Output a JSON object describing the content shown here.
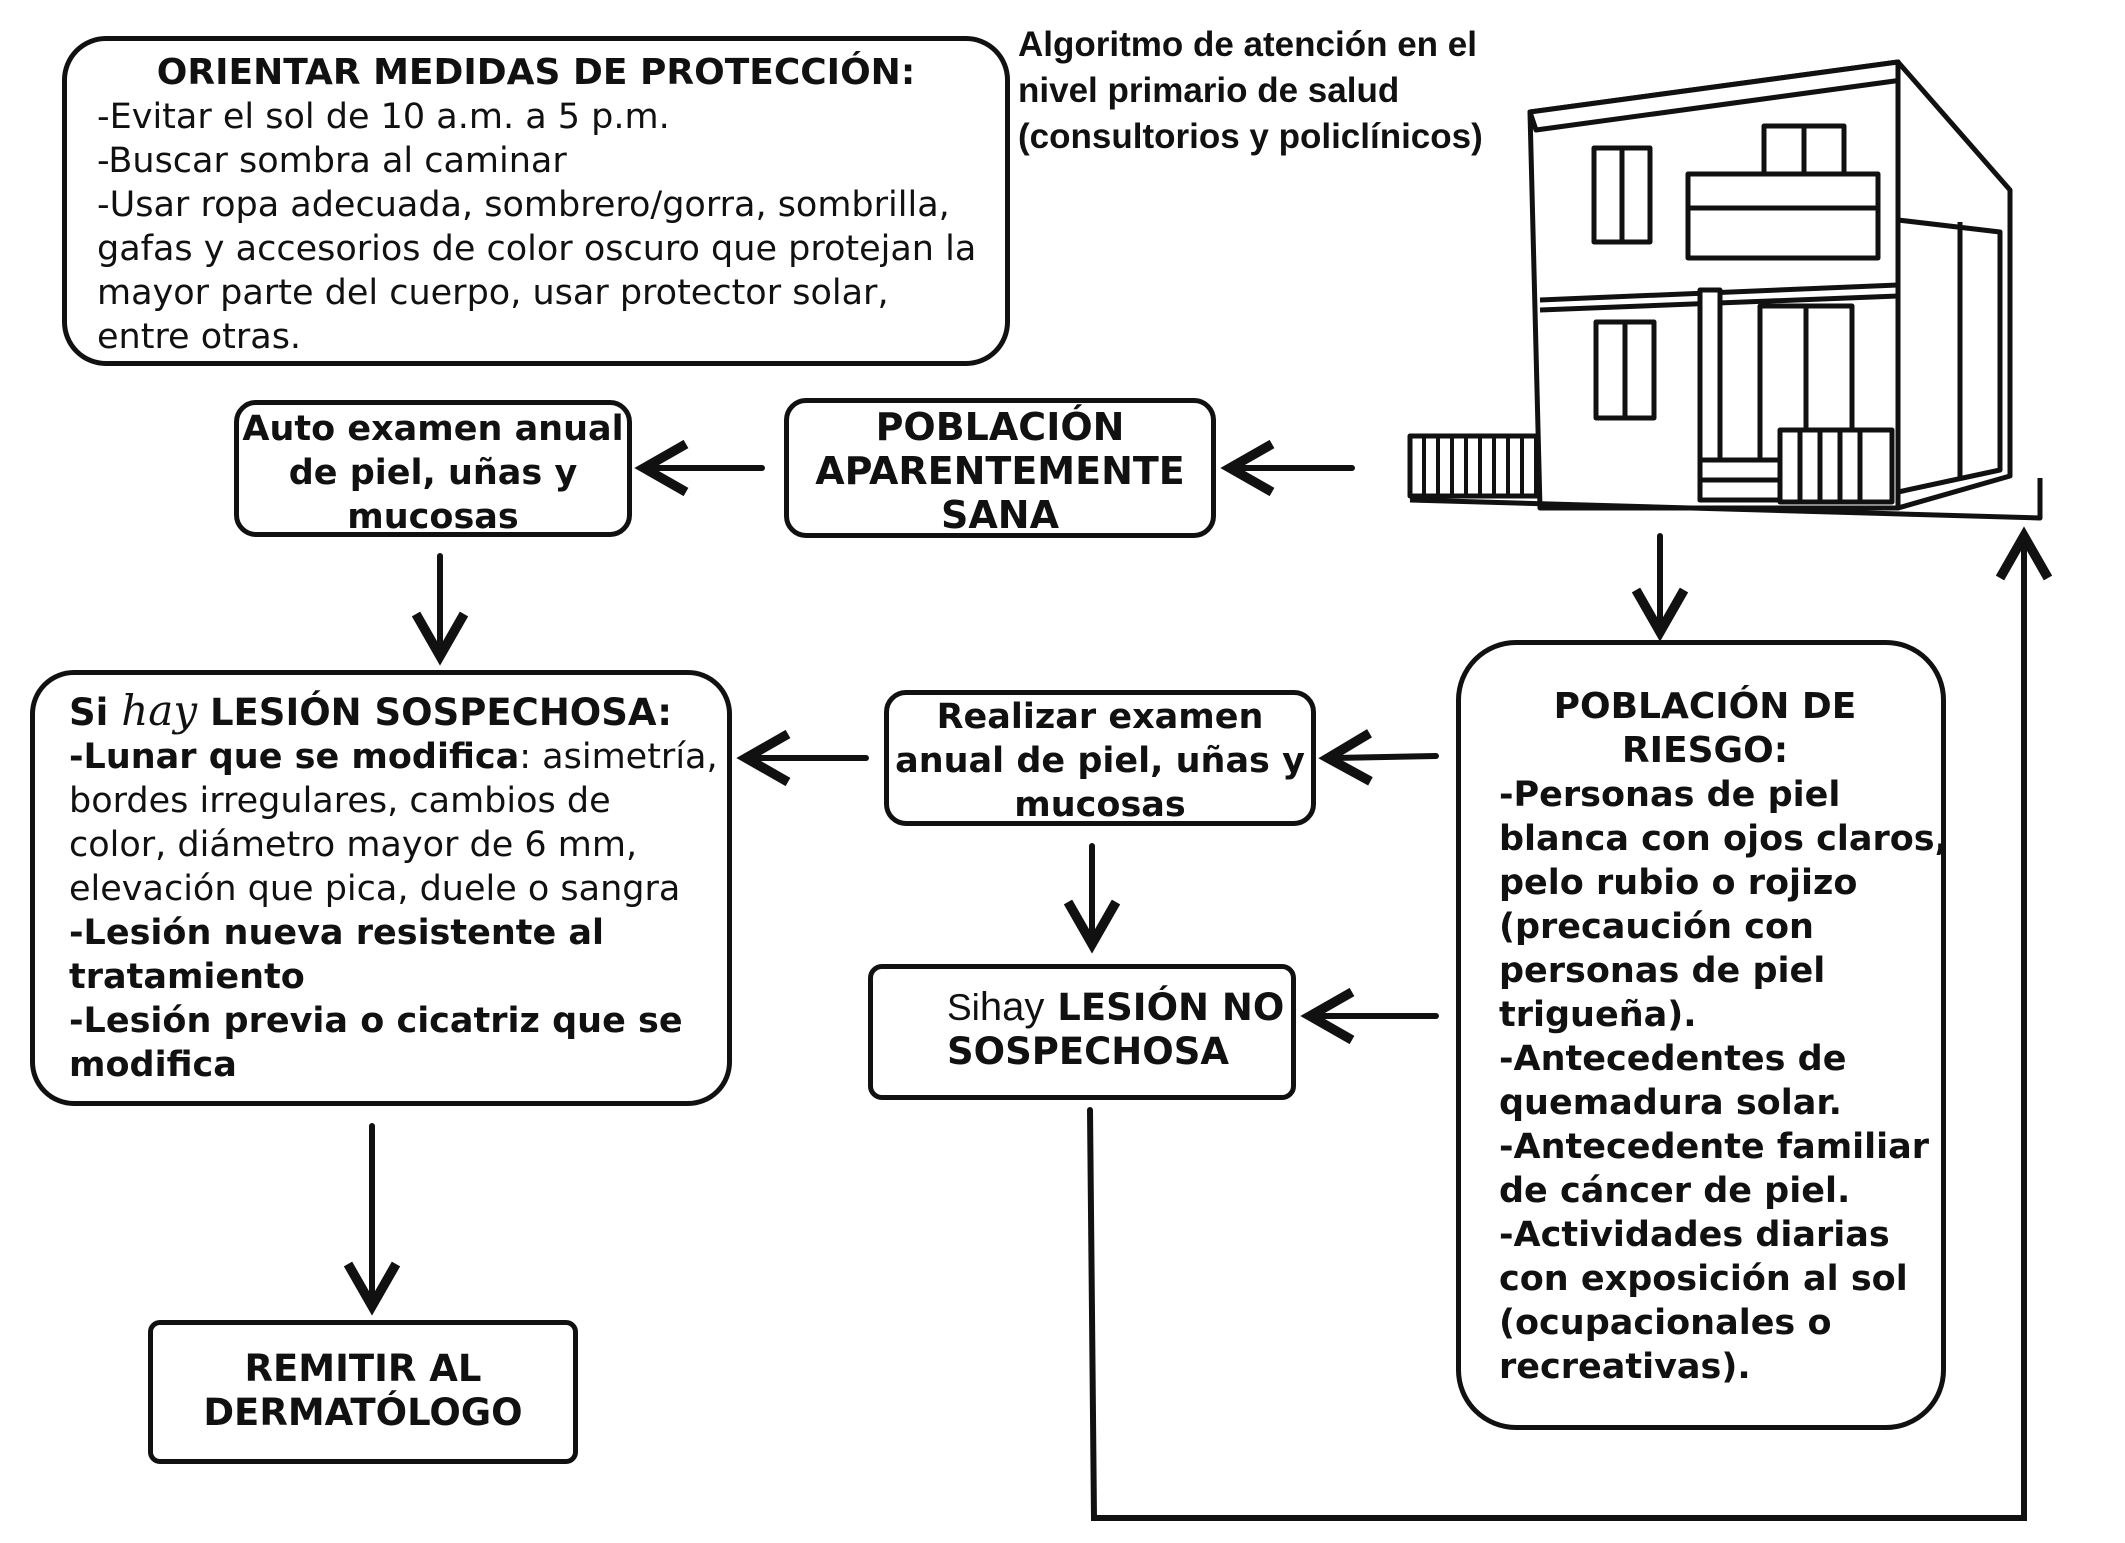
{
  "title_lines": [
    "Algoritmo de atención en el",
    "nivel primario de salud",
    "(consultorios y policlínicos)"
  ],
  "protection": {
    "heading": "ORIENTAR MEDIDAS DE PROTECCIÓN:",
    "lines": [
      "-Evitar el sol de 10 a.m. a 5 p.m.",
      "-Buscar sombra al caminar",
      "-Usar ropa adecuada, sombrero/gorra, sombrilla,",
      "gafas y accesorios de color oscuro que protejan la",
      "mayor parte del cuerpo, usar protector solar,",
      "entre otras."
    ]
  },
  "autoexamen": {
    "lines": [
      "Auto examen anual",
      "de piel, uñas y",
      "mucosas"
    ]
  },
  "poblacion_sana": {
    "lines": [
      "POBLACIÓN",
      "APARENTEMENTE",
      "SANA"
    ]
  },
  "sospechosa": {
    "prefix": "Si",
    "hay": "hay",
    "heading": "LESIÓN SOSPECHOSA:",
    "item1_bold": "-Lunar que se modifica",
    "item1_rest": ": asimetría,",
    "lines": [
      "bordes irregulares, cambios de",
      "color, diámetro mayor de 6 mm,",
      "elevación que pica, duele o sangra"
    ],
    "bold_lines": [
      "-Lesión nueva resistente al",
      "tratamiento",
      "-Lesión previa o cicatriz que se",
      "modifica"
    ]
  },
  "realizar": {
    "lines": [
      "Realizar examen",
      "anual de piel, uñas y",
      "mucosas"
    ]
  },
  "no_sospechosa": {
    "prefix": "Si",
    "hay": "hay",
    "heading": "LESIÓN NO",
    "heading2": "SOSPECHOSA"
  },
  "riesgo": {
    "heading_lines": [
      "POBLACIÓN DE",
      "RIESGO:"
    ],
    "lines": [
      "-Personas de piel",
      "blanca con ojos claros,",
      "pelo rubio o rojizo",
      "(precaución con",
      "personas de piel",
      "trigueña).",
      "-Antecedentes de",
      "quemadura solar.",
      "-Antecedente familiar",
      "de cáncer de piel.",
      "-Actividades diarias",
      "con exposición al sol",
      "(ocupacionales o",
      "recreativas)."
    ]
  },
  "remitir": {
    "lines": [
      "REMITIR AL",
      "DERMATÓLOGO"
    ]
  },
  "house": {
    "icon": "house-icon"
  }
}
